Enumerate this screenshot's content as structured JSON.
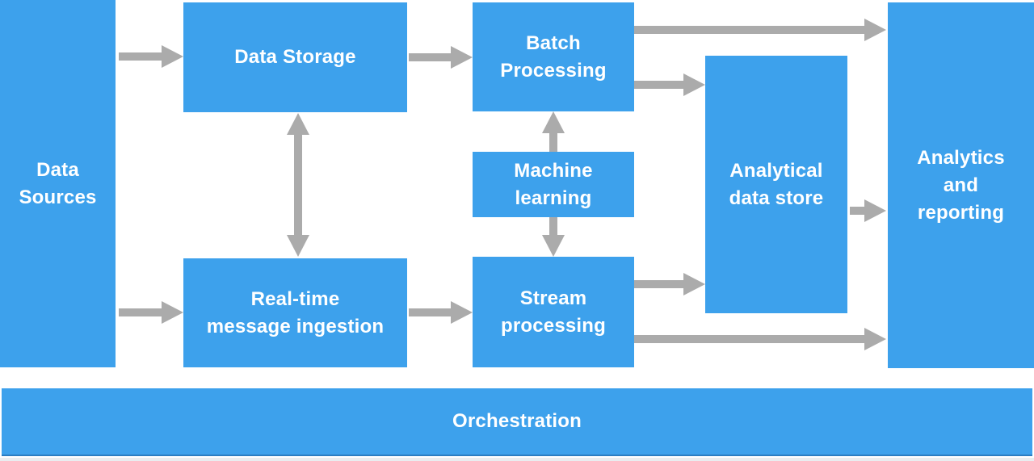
{
  "colors": {
    "node_blue": "#3da1ec",
    "arrow_gray": "#ababab",
    "label_white": "#ffffff",
    "bar_edge": "#2b7dc2"
  },
  "nodes": {
    "data_sources": {
      "label": "Data\nSources"
    },
    "data_storage": {
      "label": "Data Storage"
    },
    "batch_processing": {
      "label": "Batch\nProcessing"
    },
    "machine_learning": {
      "label": "Machine\nlearning"
    },
    "real_time_ingestion": {
      "label": "Real-time\nmessage ingestion"
    },
    "stream_processing": {
      "label": "Stream\nprocessing"
    },
    "analytical_data_store": {
      "label": "Analytical\ndata store"
    },
    "analytics_reporting": {
      "label": "Analytics\nand\nreporting"
    },
    "orchestration": {
      "label": "Orchestration"
    }
  },
  "edges": [
    {
      "from": "data-sources",
      "to": "data-storage",
      "bidirectional": false
    },
    {
      "from": "data-storage",
      "to": "batch-processing",
      "bidirectional": false
    },
    {
      "from": "batch-processing",
      "to": "analytics-and-reporting",
      "bidirectional": false
    },
    {
      "from": "batch-processing",
      "to": "analytical-data-store",
      "bidirectional": false
    },
    {
      "from": "machine-learning",
      "to": "batch-processing",
      "bidirectional": false
    },
    {
      "from": "machine-learning",
      "to": "stream-processing",
      "bidirectional": false
    },
    {
      "from": "data-storage",
      "to": "real-time-message-ingestion",
      "bidirectional": true
    },
    {
      "from": "data-sources",
      "to": "real-time-message-ingestion",
      "bidirectional": false
    },
    {
      "from": "real-time-message-ingestion",
      "to": "stream-processing",
      "bidirectional": false
    },
    {
      "from": "stream-processing",
      "to": "analytical-data-store",
      "bidirectional": false
    },
    {
      "from": "stream-processing",
      "to": "analytics-and-reporting",
      "bidirectional": false
    },
    {
      "from": "analytical-data-store",
      "to": "analytics-and-reporting",
      "bidirectional": false
    }
  ]
}
